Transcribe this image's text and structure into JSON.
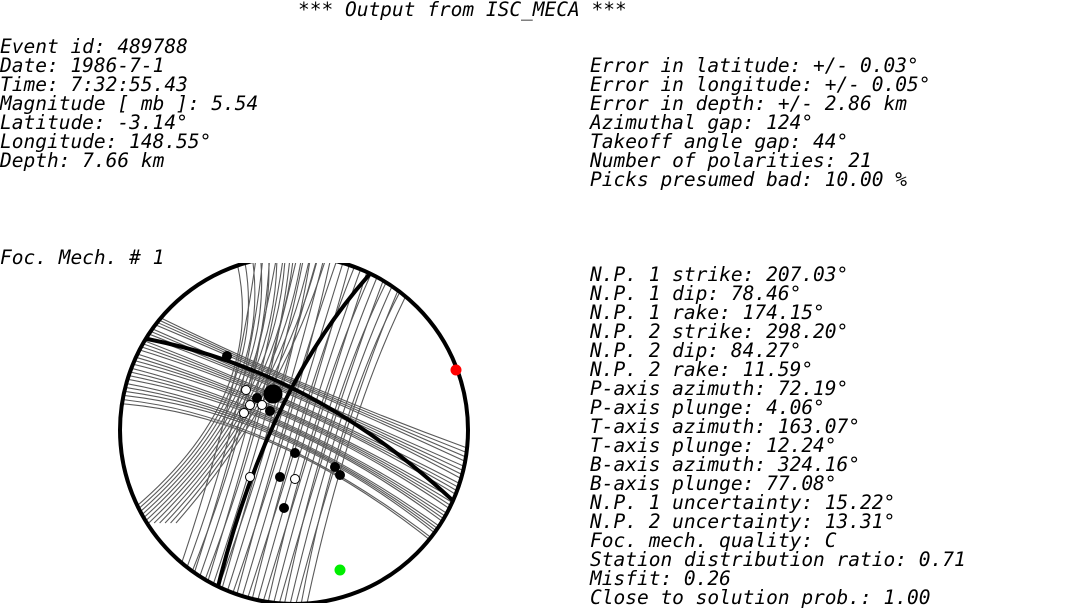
{
  "title": "*** Output from ISC_MECA ***",
  "event": {
    "event_id": "Event id: 489788",
    "date": "Date: 1986-7-1",
    "time": "Time: 7:32:55.43",
    "magnitude": "Magnitude [ mb ]: 5.54",
    "latitude": "Latitude: -3.14°",
    "longitude": "Longitude: 148.55°",
    "depth": "Depth: 7.66 km"
  },
  "errors": {
    "err_lat": "Error in latitude: +/- 0.03°",
    "err_lon": "Error in longitude: +/- 0.05°",
    "err_depth": "Error in depth: +/- 2.86 km",
    "az_gap": "Azimuthal gap: 124°",
    "takeoff_gap": "Takeoff angle gap: 44°",
    "num_pol": "Number of polarities: 21",
    "bad_picks": "Picks presumed bad: 10.00 %"
  },
  "foc_label": "Foc. Mech. # 1",
  "mechanism": {
    "np1_strike": "N.P. 1 strike: 207.03°",
    "np1_dip": "N.P. 1 dip: 78.46°",
    "np1_rake": "N.P. 1 rake: 174.15°",
    "np2_strike": "N.P. 2 strike: 298.20°",
    "np2_dip": "N.P. 2 dip: 84.27°",
    "np2_rake": "N.P. 2 rake: 11.59°",
    "p_az": "P-axis azimuth: 72.19°",
    "p_pl": "P-axis plunge: 4.06°",
    "t_az": "T-axis azimuth: 163.07°",
    "t_pl": "T-axis plunge: 12.24°",
    "b_az": "B-axis azimuth: 324.16°",
    "b_pl": "B-axis plunge: 77.08°",
    "np1_unc": "N.P. 1 uncertainty: 15.22°",
    "np2_unc": "N.P. 2 uncertainty: 13.31°",
    "quality": "Foc. mech. quality: C",
    "station_ratio": "Station distribution ratio: 0.71",
    "misfit": "Misfit: 0.26",
    "close_prob": "Close to solution prob.: 1.00"
  },
  "colors": {
    "ink": "#000000",
    "fan": "#5a5a5a",
    "p_axis": "#ff0000",
    "t_axis": "#00ee00"
  }
}
